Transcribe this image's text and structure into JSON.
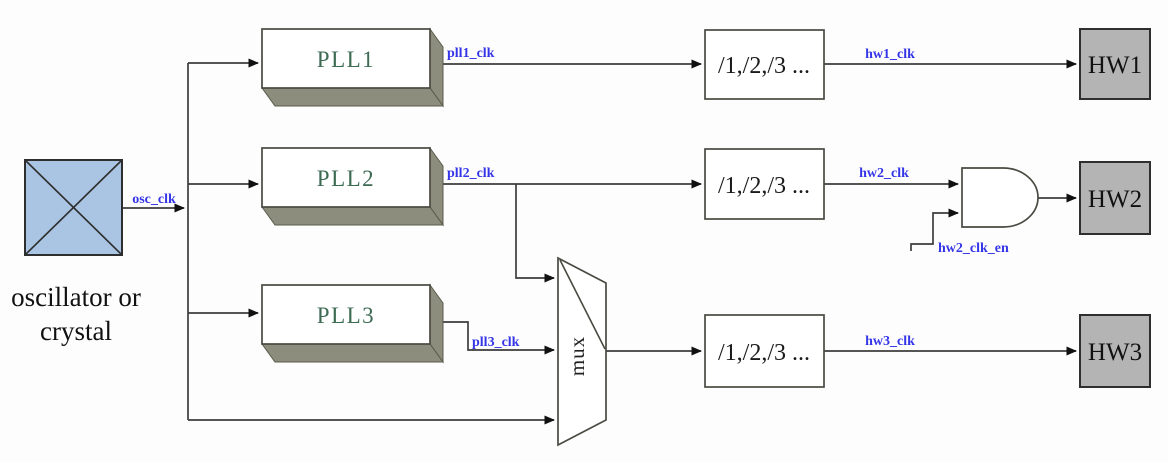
{
  "diagram": {
    "title_implied": "clock generation and distribution",
    "source": {
      "caption_line1": "oscillator or",
      "caption_line2": "crystal",
      "out_signal": "osc_clk"
    },
    "plls": [
      {
        "label": "PLL1",
        "out_signal": "pll1_clk"
      },
      {
        "label": "PLL2",
        "out_signal": "pll2_clk"
      },
      {
        "label": "PLL3",
        "out_signal": "pll3_clk"
      }
    ],
    "dividers": [
      {
        "label": "/1,/2,/3 ..."
      },
      {
        "label": "/1,/2,/3 ..."
      },
      {
        "label": "/1,/2,/3 ..."
      }
    ],
    "mux": {
      "label": "mux"
    },
    "and_gate": {
      "enable_signal": "hw2_clk_en"
    },
    "hw": [
      {
        "label": "HW1",
        "in_signal": "hw1_clk"
      },
      {
        "label": "HW2",
        "in_signal": "hw2_clk"
      },
      {
        "label": "HW3",
        "in_signal": "hw3_clk"
      }
    ],
    "colors": {
      "signal_label_blue": "#3535e8",
      "oscillator_fill": "#aac5e3",
      "pll_shadow": "#8d8d7d",
      "pll_text_green": "#3c6a53",
      "hw_fill": "#b4b4b4",
      "wire": "#3d3d3d"
    }
  }
}
